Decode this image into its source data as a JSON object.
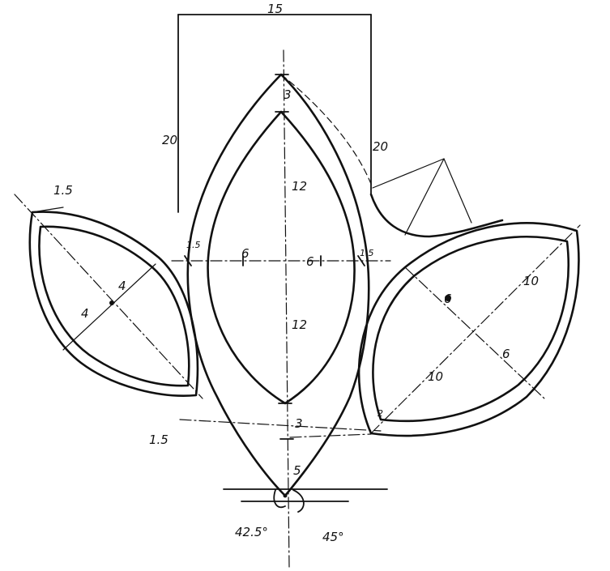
{
  "labels": {
    "top_width": "15",
    "left_height": "20",
    "right_height": "20",
    "center_top_gap": "3",
    "center_upper_half": "12",
    "center_lower_half": "12",
    "center_bottom_gap": "3",
    "center_half_width_left": "6",
    "center_half_width_right": "6",
    "center_margin_left": "1.5",
    "center_margin_right": "1.5",
    "stem": "5",
    "left_leaf_tip_margin": "1.5",
    "left_leaf_half_a": "4",
    "left_leaf_half_b": "4",
    "left_leaf_bottom_margin": "1.5",
    "right_leaf_half_width_a": "6",
    "right_leaf_half_width_b": "6",
    "right_leaf_half_length_a": "10",
    "right_leaf_half_length_b": "10",
    "right_leaf_tip_mark": "2",
    "angle_left": "42.5°",
    "angle_right": "45°"
  }
}
